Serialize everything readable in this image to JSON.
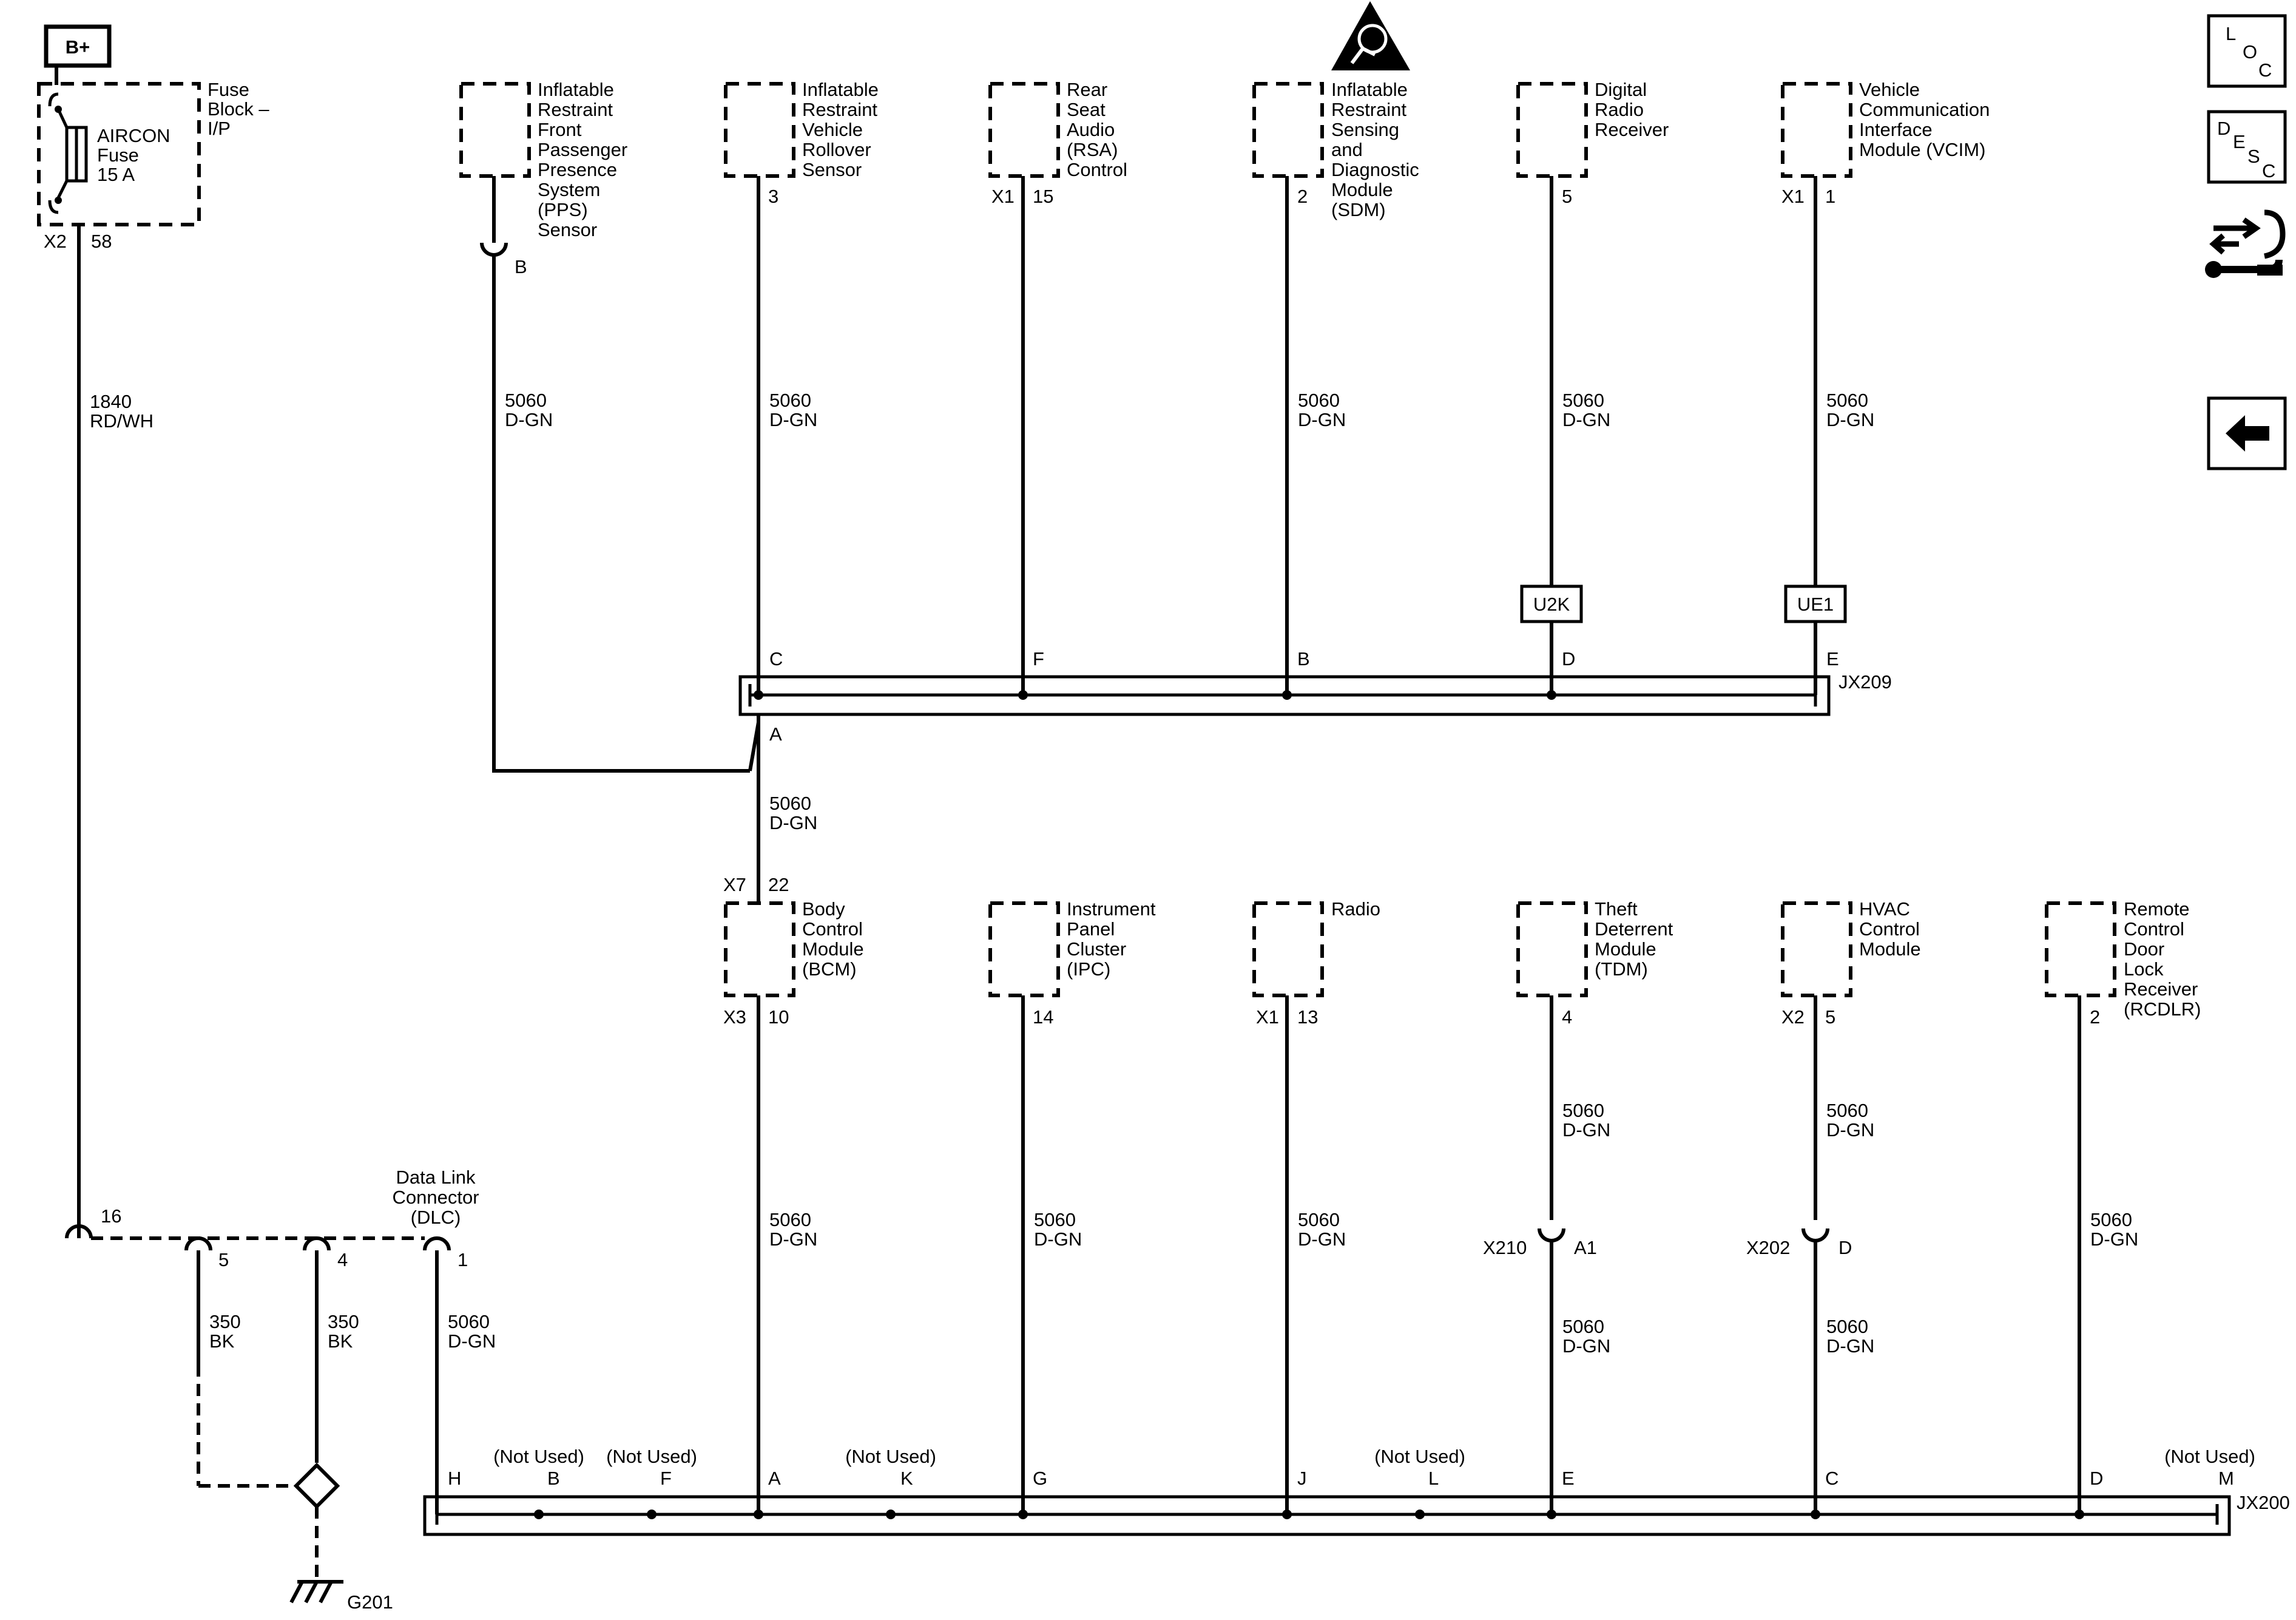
{
  "power": {
    "label": "B+"
  },
  "fuse_block": {
    "title": [
      "Fuse",
      "Block –",
      "I/P"
    ],
    "fuse": [
      "AIRCON",
      "Fuse",
      "15 A"
    ],
    "connector": "X2",
    "pin": "58"
  },
  "wire_power": {
    "circuit": "1840",
    "color": "RD/WH"
  },
  "upper_modules": [
    {
      "name": [
        "Inflatable",
        "Restraint",
        "Front",
        "Passenger",
        "Presence",
        "System",
        "(PPS)",
        "Sensor"
      ],
      "connector": "",
      "pin": "B",
      "circuit": "5060",
      "color": "D-GN",
      "splice_pin": "A"
    },
    {
      "name": [
        "Inflatable",
        "Restraint",
        "Vehicle",
        "Rollover",
        "Sensor"
      ],
      "connector": "",
      "pin": "3",
      "circuit": "5060",
      "color": "D-GN",
      "splice_pin": "C"
    },
    {
      "name": [
        "Rear",
        "Seat",
        "Audio",
        "(RSA)",
        "Control"
      ],
      "connector": "X1",
      "pin": "15",
      "circuit": "",
      "color": "",
      "splice_pin": "F"
    },
    {
      "name": [
        "Inflatable",
        "Restraint",
        "Sensing",
        "and",
        "Diagnostic",
        "Module",
        "(SDM)"
      ],
      "connector": "",
      "pin": "2",
      "circuit": "5060",
      "color": "D-GN",
      "splice_pin": "B"
    },
    {
      "name": [
        "Digital",
        "Radio",
        "Receiver"
      ],
      "connector": "",
      "pin": "5",
      "circuit": "5060",
      "color": "D-GN",
      "splice_pin": "D",
      "option": "U2K"
    },
    {
      "name": [
        "Vehicle",
        "Communication",
        "Interface",
        "Module (VCIM)"
      ],
      "connector": "X1",
      "pin": "1",
      "circuit": "5060",
      "color": "D-GN",
      "splice_pin": "E",
      "option": "UE1"
    }
  ],
  "splice_upper": {
    "name": "JX209",
    "out_pin": "A"
  },
  "trunk_wire": {
    "circuit": "5060",
    "color": "D-GN"
  },
  "lower_modules": [
    {
      "name": [
        "Body",
        "Control",
        "Module",
        "(BCM)"
      ],
      "top_connector": "X7",
      "top_pin": "22",
      "connector": "X3",
      "pin": "10",
      "circuit": "5060",
      "color": "D-GN"
    },
    {
      "name": [
        "Instrument",
        "Panel",
        "Cluster",
        "(IPC)"
      ],
      "connector": "",
      "pin": "14",
      "circuit": "5060",
      "color": "D-GN"
    },
    {
      "name": [
        "Radio"
      ],
      "connector": "X1",
      "pin": "13",
      "circuit": "5060",
      "color": "D-GN"
    },
    {
      "name": [
        "Theft",
        "Deterrent",
        "Module",
        "(TDM)"
      ],
      "connector": "",
      "pin": "4",
      "circuit": "5060",
      "color": "D-GN",
      "inline_conn": "X210",
      "inline_pin": "A1",
      "circuit2": "5060",
      "color2": "D-GN"
    },
    {
      "name": [
        "HVAC",
        "Control",
        "Module"
      ],
      "connector": "X2",
      "pin": "5",
      "circuit": "5060",
      "color": "D-GN",
      "inline_conn": "X202",
      "inline_pin": "D",
      "circuit2": "5060",
      "color2": "D-GN"
    },
    {
      "name": [
        "Remote",
        "Control",
        "Door",
        "Lock",
        "Receiver",
        "(RCDLR)"
      ],
      "connector": "",
      "pin": "2",
      "circuit": "5060",
      "color": "D-GN"
    }
  ],
  "dlc": {
    "title": [
      "Data Link",
      "Connector",
      "(DLC)"
    ],
    "pins": [
      "16",
      "5",
      "4",
      "1"
    ],
    "ground_wires": [
      {
        "circuit": "350",
        "color": "BK"
      },
      {
        "circuit": "350",
        "color": "BK"
      }
    ],
    "data_wire": {
      "circuit": "5060",
      "color": "D-GN"
    }
  },
  "ground": {
    "name": "G201"
  },
  "splice_lower": {
    "name": "JX200",
    "pins": [
      "H",
      "B",
      "F",
      "A",
      "K",
      "G",
      "J",
      "L",
      "E",
      "C",
      "D",
      "M"
    ],
    "not_used": "(Not Used)"
  },
  "nav": {
    "loc": [
      "L",
      "O",
      "C"
    ],
    "desc": [
      "D",
      "E",
      "S",
      "C"
    ]
  }
}
